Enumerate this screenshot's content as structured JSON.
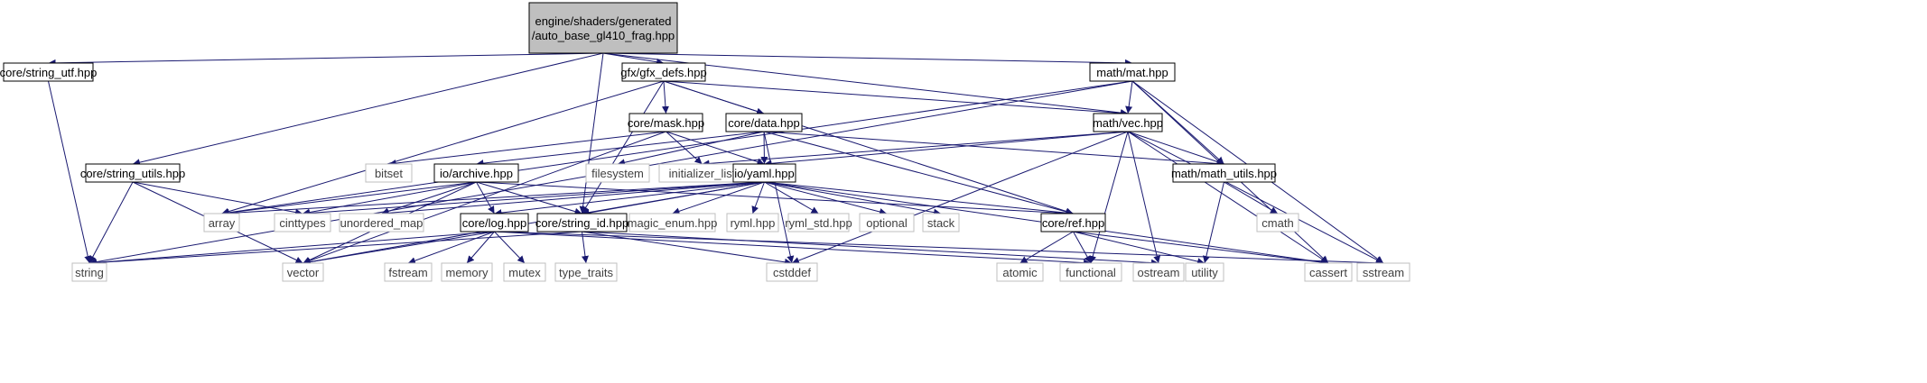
{
  "colors": {
    "edge": "#191970",
    "root_fill": "#bfbfbf",
    "local_border": "#000000",
    "system_border": "#bfbfbf",
    "system_text": "#404040"
  },
  "nodes": [
    {
      "id": "root",
      "kind": "root",
      "lines": [
        "engine/shaders/generated",
        "/auto_base_gl410_frag.hpp"
      ]
    },
    {
      "id": "string_utf",
      "kind": "local",
      "lines": [
        "core/string_utf.hpp"
      ]
    },
    {
      "id": "gfx_defs",
      "kind": "local",
      "lines": [
        "gfx/gfx_defs.hpp"
      ]
    },
    {
      "id": "mat",
      "kind": "local",
      "lines": [
        "math/mat.hpp"
      ]
    },
    {
      "id": "mask",
      "kind": "local",
      "lines": [
        "core/mask.hpp"
      ]
    },
    {
      "id": "data",
      "kind": "local",
      "lines": [
        "core/data.hpp"
      ]
    },
    {
      "id": "vec",
      "kind": "local",
      "lines": [
        "math/vec.hpp"
      ]
    },
    {
      "id": "string_utils",
      "kind": "local",
      "lines": [
        "core/string_utils.hpp"
      ]
    },
    {
      "id": "bitset",
      "kind": "system",
      "lines": [
        "bitset"
      ]
    },
    {
      "id": "archive",
      "kind": "local",
      "lines": [
        "io/archive.hpp"
      ]
    },
    {
      "id": "filesystem",
      "kind": "system",
      "lines": [
        "filesystem"
      ]
    },
    {
      "id": "initializer_list",
      "kind": "system",
      "lines": [
        "initializer_list"
      ]
    },
    {
      "id": "yaml",
      "kind": "local",
      "lines": [
        "io/yaml.hpp"
      ]
    },
    {
      "id": "math_utils",
      "kind": "local",
      "lines": [
        "math/math_utils.hpp"
      ]
    },
    {
      "id": "array",
      "kind": "system",
      "lines": [
        "array"
      ]
    },
    {
      "id": "cinttypes",
      "kind": "system",
      "lines": [
        "cinttypes"
      ]
    },
    {
      "id": "unordered_map",
      "kind": "system",
      "lines": [
        "unordered_map"
      ]
    },
    {
      "id": "log",
      "kind": "local",
      "lines": [
        "core/log.hpp"
      ]
    },
    {
      "id": "string_id",
      "kind": "local",
      "lines": [
        "core/string_id.hpp"
      ]
    },
    {
      "id": "magic_enum",
      "kind": "system",
      "lines": [
        "magic_enum.hpp"
      ]
    },
    {
      "id": "ryml",
      "kind": "system",
      "lines": [
        "ryml.hpp"
      ]
    },
    {
      "id": "ryml_std",
      "kind": "system",
      "lines": [
        "ryml_std.hpp"
      ]
    },
    {
      "id": "optional",
      "kind": "system",
      "lines": [
        "optional"
      ]
    },
    {
      "id": "stack",
      "kind": "system",
      "lines": [
        "stack"
      ]
    },
    {
      "id": "ref",
      "kind": "local",
      "lines": [
        "core/ref.hpp"
      ]
    },
    {
      "id": "cmath",
      "kind": "system",
      "lines": [
        "cmath"
      ]
    },
    {
      "id": "string",
      "kind": "system",
      "lines": [
        "string"
      ]
    },
    {
      "id": "vector",
      "kind": "system",
      "lines": [
        "vector"
      ]
    },
    {
      "id": "fstream",
      "kind": "system",
      "lines": [
        "fstream"
      ]
    },
    {
      "id": "memory",
      "kind": "system",
      "lines": [
        "memory"
      ]
    },
    {
      "id": "mutex",
      "kind": "system",
      "lines": [
        "mutex"
      ]
    },
    {
      "id": "type_traits",
      "kind": "system",
      "lines": [
        "type_traits"
      ]
    },
    {
      "id": "cstddef",
      "kind": "system",
      "lines": [
        "cstddef"
      ]
    },
    {
      "id": "atomic",
      "kind": "system",
      "lines": [
        "atomic"
      ]
    },
    {
      "id": "functional",
      "kind": "system",
      "lines": [
        "functional"
      ]
    },
    {
      "id": "ostream",
      "kind": "system",
      "lines": [
        "ostream"
      ]
    },
    {
      "id": "utility",
      "kind": "system",
      "lines": [
        "utility"
      ]
    },
    {
      "id": "cassert",
      "kind": "system",
      "lines": [
        "cassert"
      ]
    },
    {
      "id": "sstream",
      "kind": "system",
      "lines": [
        "sstream"
      ]
    }
  ],
  "edges": [
    [
      "root",
      "string_utf"
    ],
    [
      "root",
      "gfx_defs"
    ],
    [
      "root",
      "mat"
    ],
    [
      "root",
      "string_utils"
    ],
    [
      "root",
      "string_id"
    ],
    [
      "root",
      "vec"
    ],
    [
      "string_utf",
      "string"
    ],
    [
      "gfx_defs",
      "mask"
    ],
    [
      "gfx_defs",
      "data"
    ],
    [
      "gfx_defs",
      "vec"
    ],
    [
      "gfx_defs",
      "array"
    ],
    [
      "gfx_defs",
      "string_id"
    ],
    [
      "gfx_defs",
      "ref"
    ],
    [
      "mat",
      "vec"
    ],
    [
      "mat",
      "math_utils"
    ],
    [
      "mat",
      "string"
    ],
    [
      "mat",
      "cassert"
    ],
    [
      "mat",
      "sstream"
    ],
    [
      "mat",
      "array"
    ],
    [
      "mask",
      "bitset"
    ],
    [
      "mask",
      "yaml"
    ],
    [
      "mask",
      "initializer_list"
    ],
    [
      "mask",
      "vector"
    ],
    [
      "data",
      "archive"
    ],
    [
      "data",
      "yaml"
    ],
    [
      "data",
      "filesystem"
    ],
    [
      "data",
      "ref"
    ],
    [
      "data",
      "math_utils"
    ],
    [
      "data",
      "cstddef"
    ],
    [
      "vec",
      "yaml"
    ],
    [
      "vec",
      "math_utils"
    ],
    [
      "vec",
      "initializer_list"
    ],
    [
      "vec",
      "functional"
    ],
    [
      "vec",
      "ostream"
    ],
    [
      "vec",
      "cassert"
    ],
    [
      "vec",
      "sstream"
    ],
    [
      "vec",
      "cstddef"
    ],
    [
      "string_utils",
      "string"
    ],
    [
      "string_utils",
      "vector"
    ],
    [
      "string_utils",
      "cinttypes"
    ],
    [
      "archive",
      "array"
    ],
    [
      "archive",
      "cinttypes"
    ],
    [
      "archive",
      "unordered_map"
    ],
    [
      "archive",
      "log"
    ],
    [
      "archive",
      "string_id"
    ],
    [
      "archive",
      "ref"
    ],
    [
      "archive",
      "vector"
    ],
    [
      "yaml",
      "array"
    ],
    [
      "yaml",
      "cinttypes"
    ],
    [
      "yaml",
      "unordered_map"
    ],
    [
      "yaml",
      "log"
    ],
    [
      "yaml",
      "string_id"
    ],
    [
      "yaml",
      "magic_enum"
    ],
    [
      "yaml",
      "ryml"
    ],
    [
      "yaml",
      "ryml_std"
    ],
    [
      "yaml",
      "optional"
    ],
    [
      "yaml",
      "stack"
    ],
    [
      "yaml",
      "ref"
    ],
    [
      "yaml",
      "vector"
    ],
    [
      "yaml",
      "cassert"
    ],
    [
      "math_utils",
      "cmath"
    ],
    [
      "math_utils",
      "utility"
    ],
    [
      "log",
      "string"
    ],
    [
      "log",
      "vector"
    ],
    [
      "log",
      "fstream"
    ],
    [
      "log",
      "memory"
    ],
    [
      "log",
      "mutex"
    ],
    [
      "log",
      "functional"
    ],
    [
      "log",
      "sstream"
    ],
    [
      "string_id",
      "string"
    ],
    [
      "string_id",
      "type_traits"
    ],
    [
      "string_id",
      "cstddef"
    ],
    [
      "string_id",
      "ostream"
    ],
    [
      "ref",
      "atomic"
    ],
    [
      "ref",
      "functional"
    ],
    [
      "ref",
      "utility"
    ],
    [
      "ref",
      "cassert"
    ]
  ]
}
